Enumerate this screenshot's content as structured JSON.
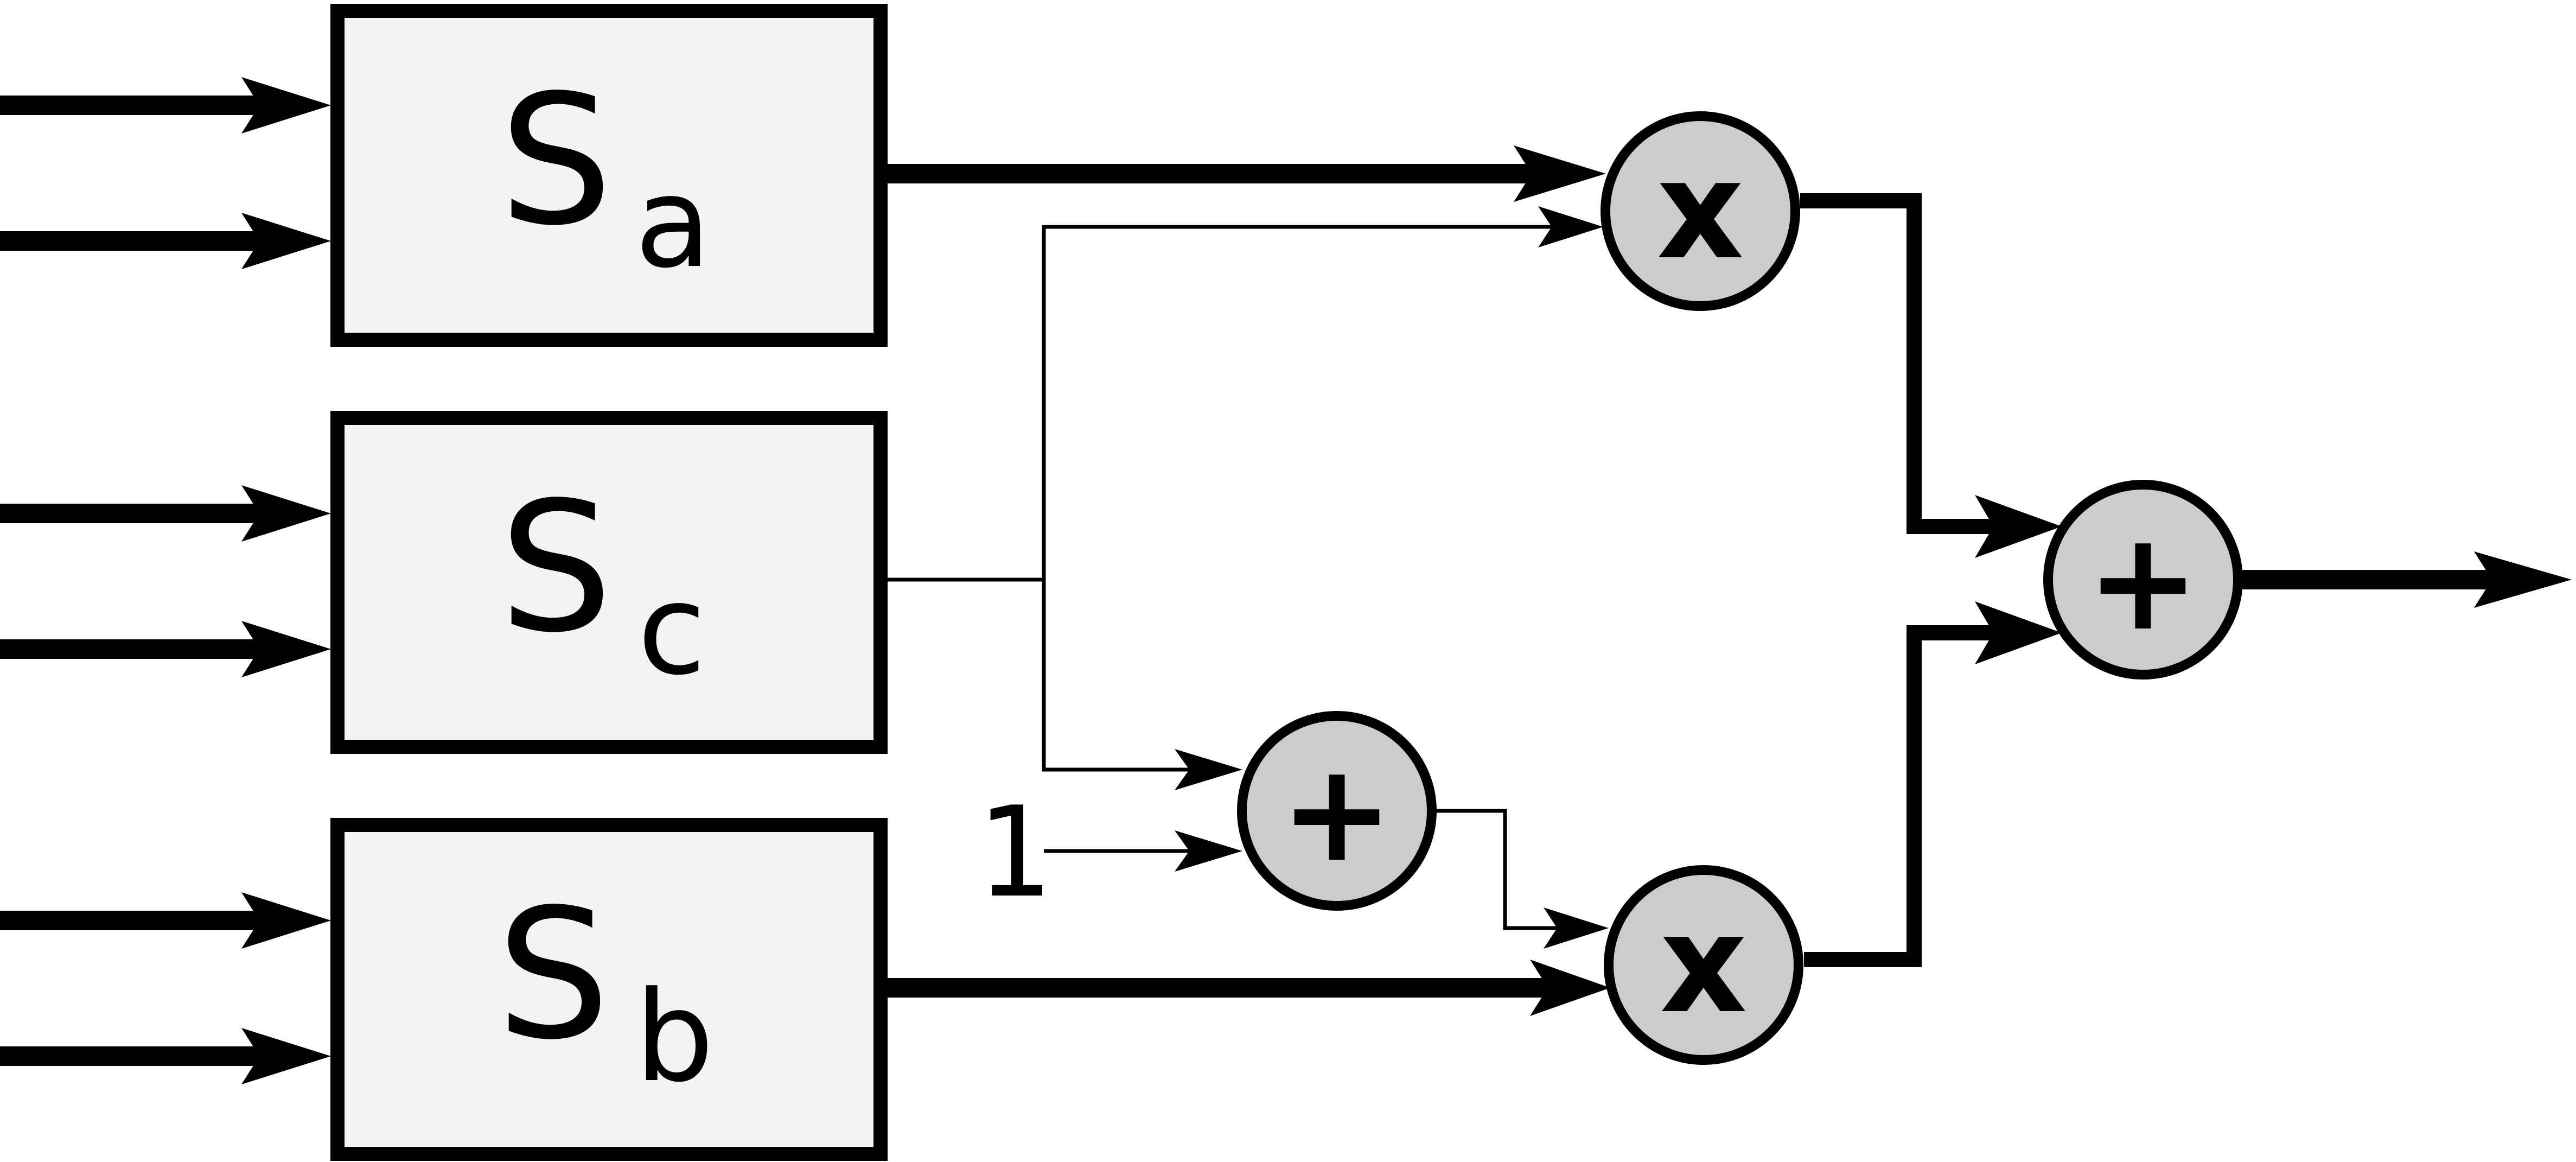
{
  "blocks": {
    "sa": {
      "main": "S",
      "sub": "a"
    },
    "sc": {
      "main": "S",
      "sub": "c"
    },
    "sb": {
      "main": "S",
      "sub": "b"
    }
  },
  "operators": {
    "multiply_top": "x",
    "add_middle": "+",
    "multiply_bottom": "x",
    "add_output": "+"
  },
  "constant": "1"
}
